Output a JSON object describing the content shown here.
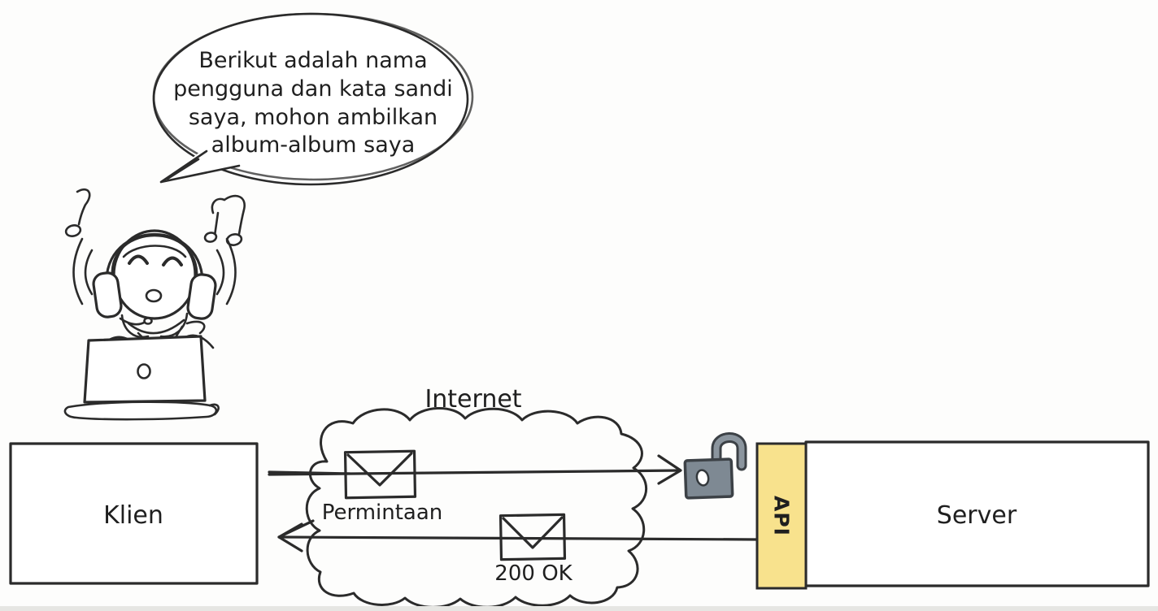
{
  "colors": {
    "ink": "#2b2b2b",
    "background": "#fdfdfc",
    "cloud_fill": "#d7e8f7",
    "request_envelope_fill": "#a9dba3",
    "response_envelope_fill": "#ffffff",
    "api_bar_fill": "#f8e28d",
    "padlock_fill": "#7e8993",
    "padlock_outline": "#3c4146",
    "box_fill": "#ffffff"
  },
  "speech_bubble": {
    "lines": [
      "Berikut adalah nama",
      "pengguna dan kata sandi",
      "saya, mohon ambilkan",
      "album-album saya"
    ]
  },
  "nodes": {
    "client": {
      "label": "Klien"
    },
    "internet": {
      "label": "Internet"
    },
    "api": {
      "label": "API"
    },
    "server": {
      "label": "Server"
    }
  },
  "messages": {
    "request": {
      "label": "Permintaan",
      "icon": "envelope-icon",
      "direction": "right"
    },
    "response": {
      "label": "200 OK",
      "icon": "envelope-icon",
      "direction": "left"
    }
  },
  "icons": {
    "padlock": "open-padlock-icon",
    "person": "person-with-headphones-icon",
    "music_notes": "music-note-icon",
    "laptop": "laptop-icon"
  }
}
